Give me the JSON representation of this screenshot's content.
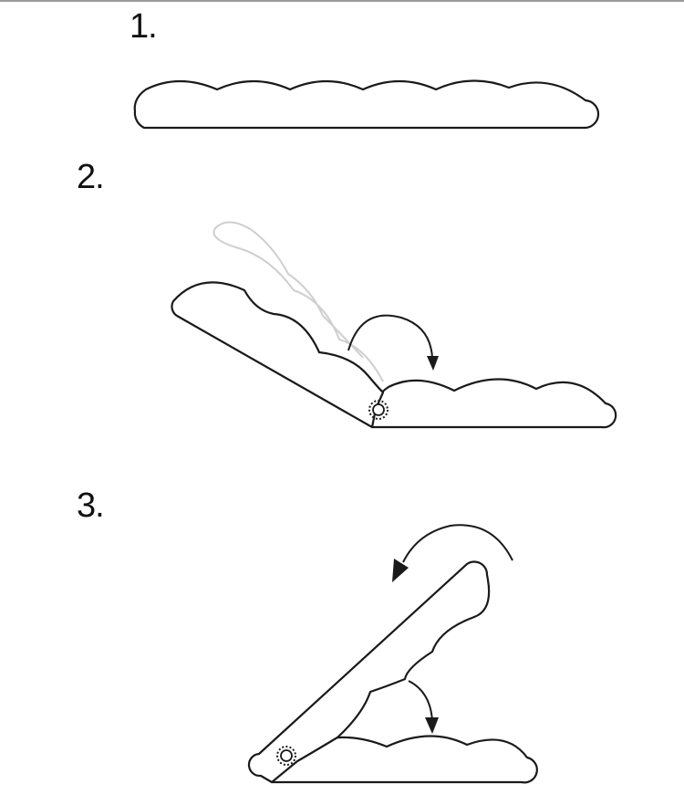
{
  "steps": [
    {
      "number": "1."
    },
    {
      "number": "2."
    },
    {
      "number": "3."
    }
  ],
  "colors": {
    "line": "#1a1a1a",
    "ghost": "#cfcfcf",
    "background": "#ffffff"
  },
  "icons": {
    "hinge": "gear-icon"
  }
}
